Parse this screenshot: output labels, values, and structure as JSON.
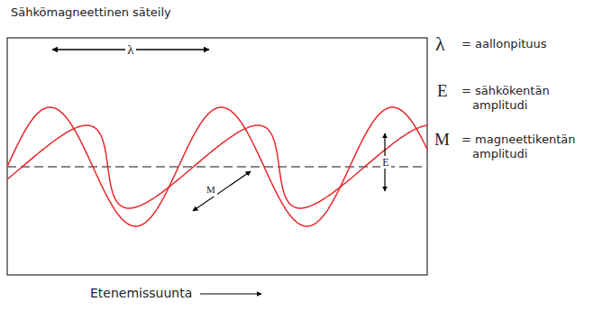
{
  "diagram": {
    "title": "Sähkömagneettinen säteily",
    "labels": [
      "λ",
      "M",
      "E",
      "λ",
      "= aallonpituus",
      "E",
      "= sähkökentän amplitudi",
      "M",
      "= magneettikentän amplitudi",
      "Etenemissuunta"
    ]
  }
}
